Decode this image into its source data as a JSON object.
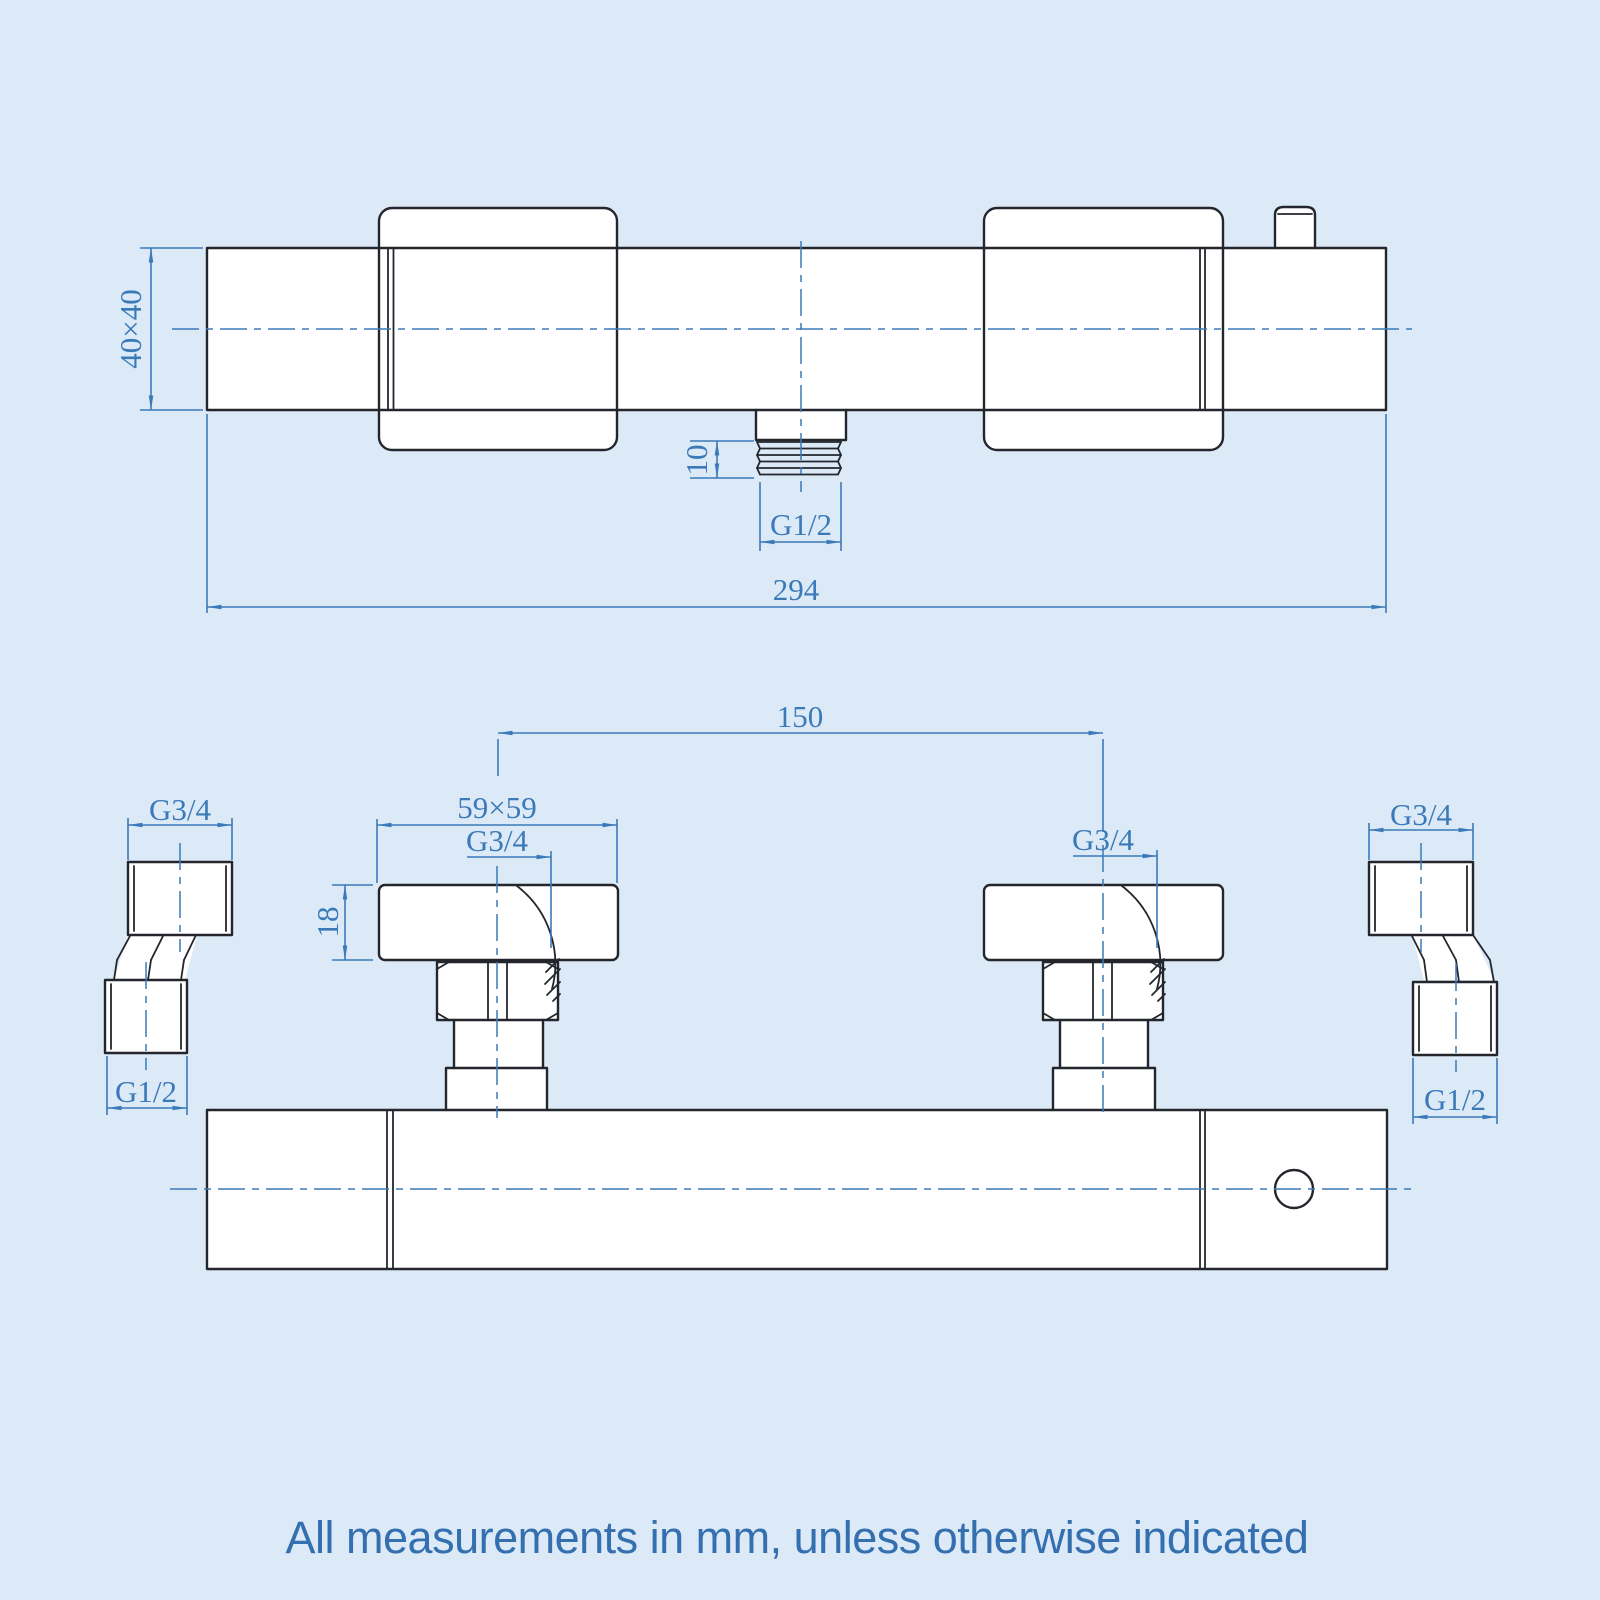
{
  "note": "All measurements in mm, unless otherwise indicated",
  "colors": {
    "background": "#dce9f7",
    "paper": "#ffffff",
    "line": "#23272d",
    "dimension": "#3b7ab9",
    "note_text": "#3470b0"
  },
  "top_view": {
    "profile_dim": "40×40",
    "thread_length_dim": "10",
    "outlet_thread": "G1/2",
    "overall_length_dim": "294"
  },
  "bottom_view": {
    "inlet_spacing_dim": "150",
    "plate_dim": "59×59",
    "left_valve_thread": "G3/4",
    "plate_thickness_dim": "18",
    "right_valve_thread": "G3/4"
  },
  "left_fitting": {
    "top_thread": "G3/4",
    "bottom_thread": "G1/2"
  },
  "right_fitting": {
    "top_thread": "G3/4",
    "bottom_thread": "G1/2"
  }
}
